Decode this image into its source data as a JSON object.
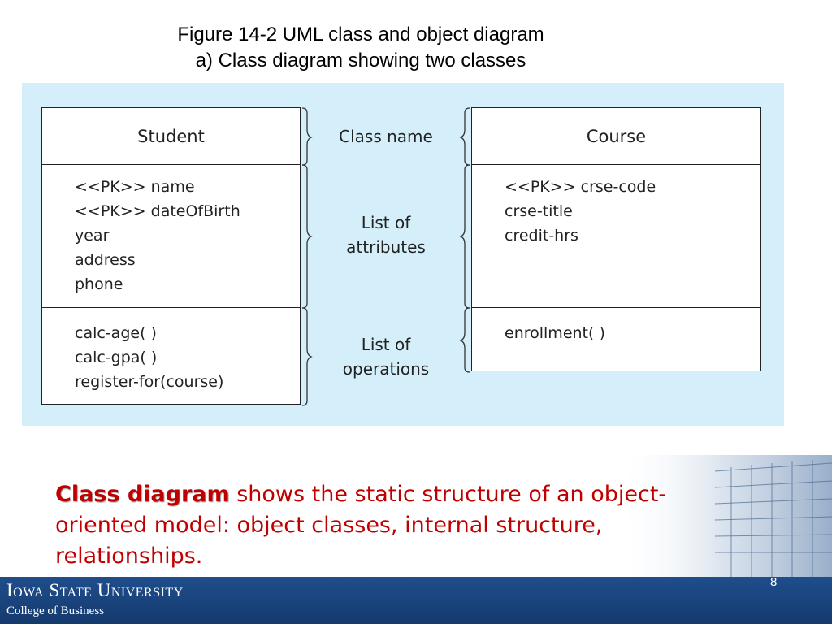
{
  "title": {
    "line1": "Figure 14-2 UML class and object diagram",
    "line2": "a) Class diagram showing two classes"
  },
  "diagram": {
    "student": {
      "name": "Student",
      "attributes": [
        "<<PK>> name",
        "<<PK>> dateOfBirth",
        "year",
        "address",
        "phone"
      ],
      "operations": [
        "calc-age( )",
        "calc-gpa( )",
        "register-for(course)"
      ]
    },
    "course": {
      "name": "Course",
      "attributes": [
        "<<PK>> crse-code",
        "crse-title",
        "credit-hrs"
      ],
      "operations": [
        "enrollment( )"
      ]
    },
    "labels": {
      "class_name": "Class name",
      "attributes_l1": "List of",
      "attributes_l2": "attributes",
      "operations_l1": "List of",
      "operations_l2": "operations"
    },
    "panel_color": "#d4eff9"
  },
  "caption": {
    "keyword": "Class diagram",
    "text": " shows the static structure of an object-oriented model: object classes, internal structure, relationships."
  },
  "footer": {
    "university": "Iowa State University",
    "college": "College of Business",
    "slide_number": "8"
  },
  "colors": {
    "caption": "#c00000",
    "footer_bar": "#1f4e8c"
  }
}
